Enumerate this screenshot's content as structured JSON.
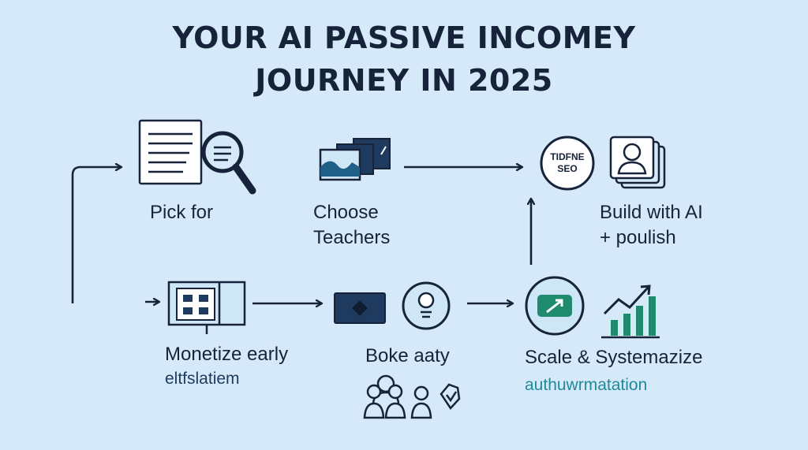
{
  "title": {
    "line1": "YOUR AI PASSIVE INCOMEY",
    "line2": "JOURNEY IN 2025"
  },
  "steps": {
    "pick": {
      "label": "Pick for"
    },
    "choose": {
      "line1": "Choose",
      "line2": "Teachers"
    },
    "build": {
      "line1": "Build with AI",
      "line2": "+ poulish",
      "badge_line1": "TIDFNE",
      "badge_line2": "SEO"
    },
    "monetize": {
      "label": "Monetize early",
      "sub": "eltfslatiem"
    },
    "boke": {
      "label": "Boke aaty"
    },
    "scale": {
      "label": "Scale & Systemazize",
      "sub": "authuwrmatation"
    }
  },
  "colors": {
    "background": "#d6e9f8",
    "ink": "#16233a",
    "navy": "#1e3a5f",
    "teal": "#1f8a6e",
    "icon_fill": "#cfe6f6"
  }
}
